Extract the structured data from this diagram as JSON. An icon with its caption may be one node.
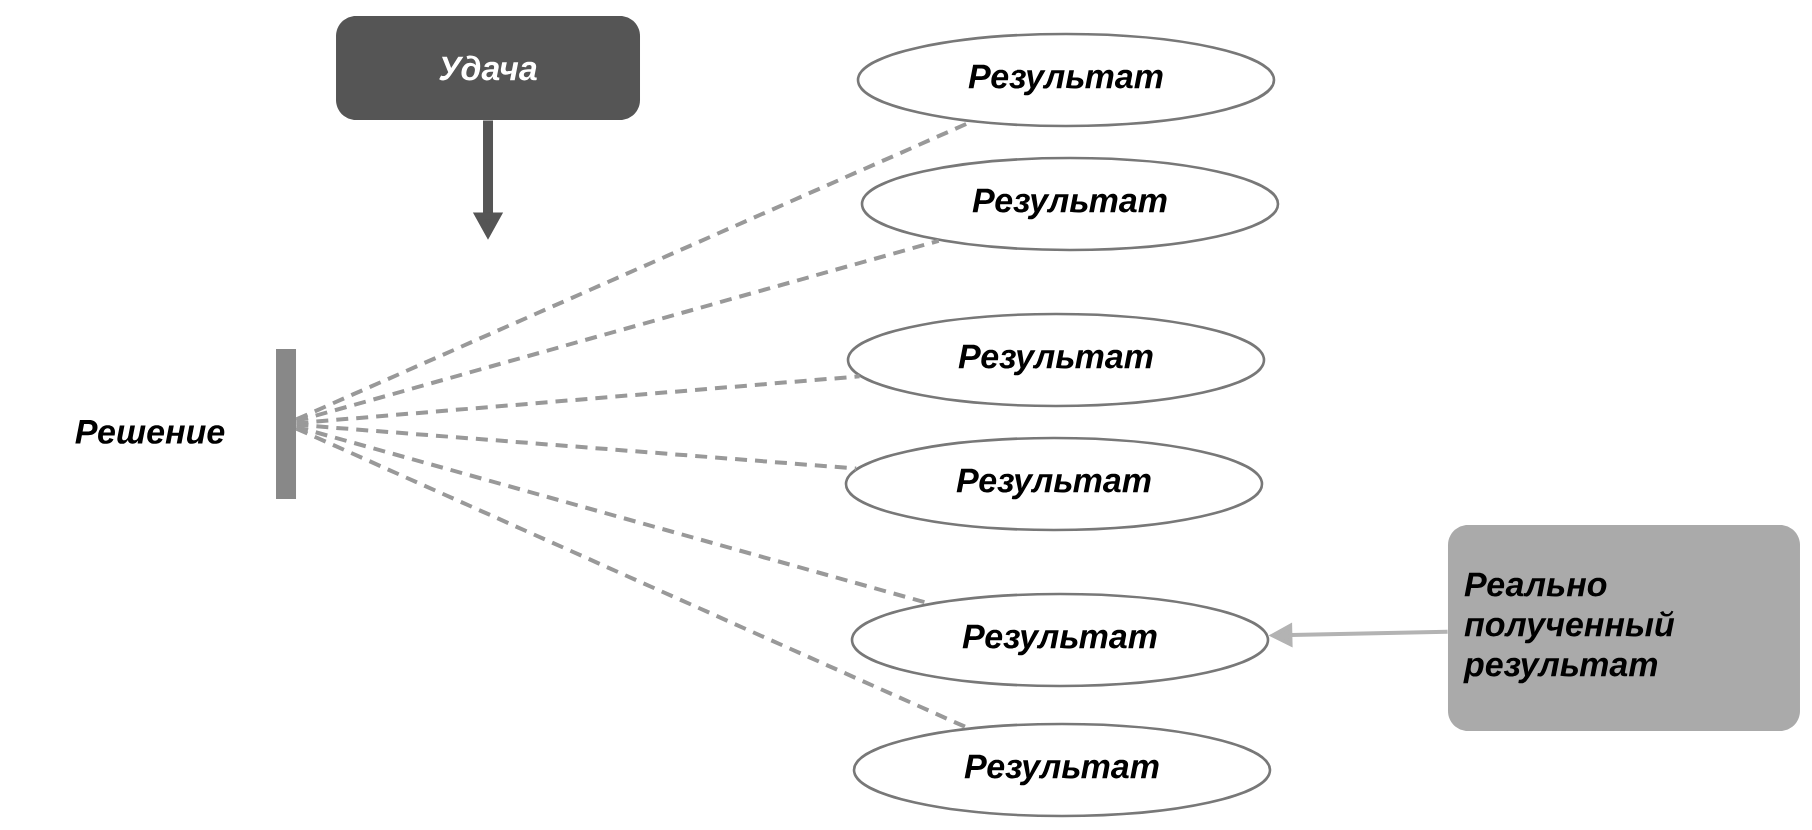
{
  "diagram": {
    "nodes": [
      {
        "text": [],
        "shape": "bar",
        "beside": [
          "Решение"
        ]
      },
      {
        "text": [
          "Удача"
        ]
      },
      {
        "text": [
          "Результат"
        ]
      },
      {
        "text": [
          "Результат"
        ]
      },
      {
        "text": [
          "Результат"
        ]
      },
      {
        "text": [
          "Результат"
        ]
      },
      {
        "text": [
          "Результат"
        ]
      },
      {
        "text": [
          "Результат"
        ]
      },
      {
        "text": [
          "Реально полученный результат"
        ]
      }
    ],
    "edges": [
      {
        "from": 1,
        "to": null,
        "arrow": "to",
        "style": "thick",
        "color": "#555555"
      },
      {
        "from": 0,
        "to": 2,
        "arrow": "none",
        "style": "dashed"
      },
      {
        "from": 0,
        "to": 3,
        "arrow": "none",
        "style": "dashed"
      },
      {
        "from": 0,
        "to": 4,
        "arrow": "none",
        "style": "dashed"
      },
      {
        "from": 0,
        "to": 5,
        "arrow": "none",
        "style": "dashed"
      },
      {
        "from": 0,
        "to": 6,
        "arrow": "none",
        "style": "dashed"
      },
      {
        "from": 0,
        "to": 7,
        "arrow": "none",
        "style": "dashed"
      },
      {
        "from": 8,
        "to": 6,
        "arrow": "to",
        "color": "#b3b3b3"
      }
    ]
  }
}
